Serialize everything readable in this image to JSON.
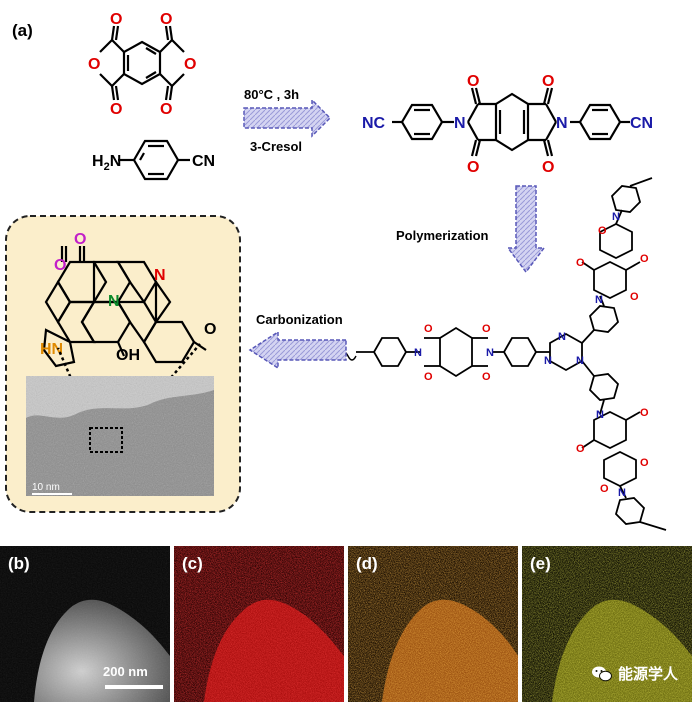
{
  "figure": {
    "panel_a": {
      "label": "(a)",
      "reaction_conditions": {
        "temperature": "80°C , 3h",
        "solvent": "3-Cresol"
      },
      "steps": {
        "polymerization": "Polymerization",
        "carbonization": "Carbonization"
      },
      "reagent_amine": {
        "prefix": "H",
        "sub": "2",
        "suffix": "N"
      },
      "atoms": {
        "o": "O",
        "n": "N",
        "cn": "CN",
        "nc": "NC",
        "hn": "HN",
        "oh": "OH"
      },
      "tem_scale": "10 nm"
    },
    "panels": [
      {
        "label": "(b)"
      },
      {
        "label": "(c)"
      },
      {
        "label": "(d)"
      },
      {
        "label": "(e)"
      }
    ],
    "scale_bar": "200 nm",
    "watermark": "能源学人"
  },
  "colors": {
    "oxygen": "#e00000",
    "nitrogen_blue": "#1a1aa8",
    "nitrogen_green": "#0a8a2a",
    "pyridinic_red": "#e00000",
    "quinone_oxygen": "#c21fc8",
    "pyrrolic_orange": "#e08a00",
    "arrow_fill": "#c8c8ec",
    "inset_bg": "#fbeecb",
    "map_c": "#c81010",
    "map_n": "#d07018",
    "map_o": "#b8b818"
  }
}
